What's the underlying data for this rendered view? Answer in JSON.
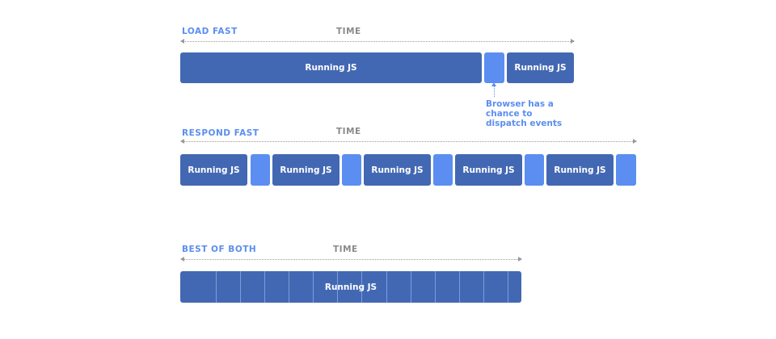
{
  "colors": {
    "running_js": "#4368b3",
    "event_gap": "#5b8ef0",
    "accent_title": "#5b8ef0",
    "time_label": "#8a8a8a"
  },
  "load_fast": {
    "title": "LOAD FAST",
    "time_label": "TIME",
    "block_labels": [
      "Running JS",
      "Running JS"
    ],
    "annotation": [
      "Browser has a",
      "chance to",
      "dispatch events"
    ]
  },
  "respond_fast": {
    "title": "RESPOND FAST",
    "time_label": "TIME",
    "block_labels": [
      "Running JS",
      "Running JS",
      "Running JS",
      "Running JS",
      "Running JS"
    ]
  },
  "best_of_both": {
    "title": "BEST OF BOTH",
    "time_label": "TIME",
    "bar_label": "Running JS"
  }
}
